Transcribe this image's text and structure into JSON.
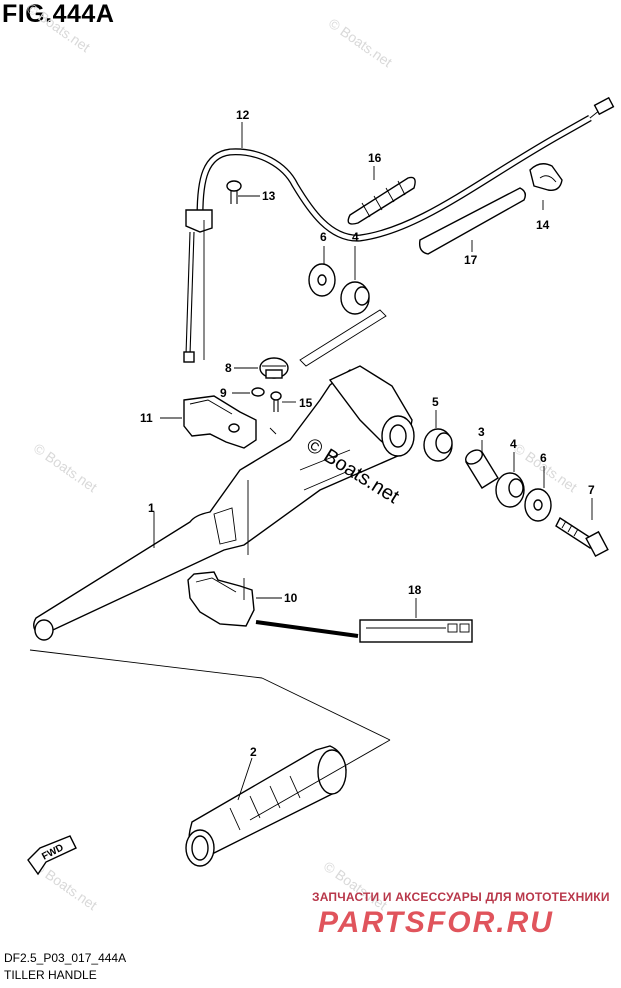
{
  "figure": {
    "title": "FIG.444A",
    "code": "DF2.5_P03_017_444A",
    "caption": "TILLER HANDLE"
  },
  "watermarks": {
    "main": "© Boats.net",
    "faint": "© Boats.net"
  },
  "promo": {
    "line": "ЗАПЧАСТИ И АКСЕССУАРЫ ДЛЯ МОТОТЕХНИКИ",
    "brand": "PARTSFOR.RU"
  },
  "fwd_label": "FWD",
  "callouts": {
    "c1": "1",
    "c2": "2",
    "c3": "3",
    "c4a": "4",
    "c4b": "4",
    "c5": "5",
    "c6a": "6",
    "c6b": "6",
    "c7": "7",
    "c8": "8",
    "c9": "9",
    "c10": "10",
    "c11": "11",
    "c12": "12",
    "c13": "13",
    "c14": "14",
    "c15": "15",
    "c16": "16",
    "c17": "17",
    "c18": "18"
  },
  "colors": {
    "line": "#000000",
    "watermark": "#d9d9d9",
    "promo": "#b8374a",
    "brand": "#e0545c"
  }
}
